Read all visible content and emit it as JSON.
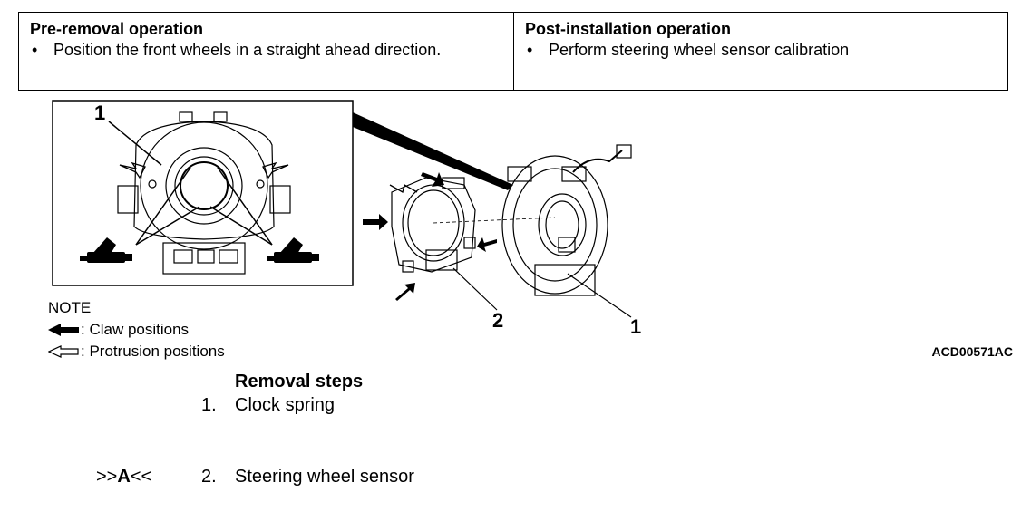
{
  "ops": {
    "pre": {
      "title": "Pre-removal operation",
      "bullets": [
        "Position the front wheels in a straight ahead direction."
      ]
    },
    "post": {
      "title": "Post-installation operation",
      "bullets": [
        "Perform steering wheel sensor calibration"
      ]
    }
  },
  "figure": {
    "callouts": [
      "1",
      "2",
      "1"
    ],
    "code": "ACD00571AC"
  },
  "note": {
    "title": "NOTE",
    "items": [
      {
        "text": ": Claw positions",
        "icon": "solid-arrow-icon"
      },
      {
        "text": ": Protrusion positions",
        "icon": "outline-arrow-icon"
      }
    ]
  },
  "steps": {
    "title": "Removal steps",
    "items": [
      {
        "num": "1.",
        "text": "Clock spring",
        "ref_prefix": "",
        "ref_letter": "",
        "ref_suffix": ""
      },
      {
        "num": "2.",
        "text": "Steering wheel sensor",
        "ref_prefix": ">>",
        "ref_letter": "A",
        "ref_suffix": "<<"
      }
    ]
  }
}
